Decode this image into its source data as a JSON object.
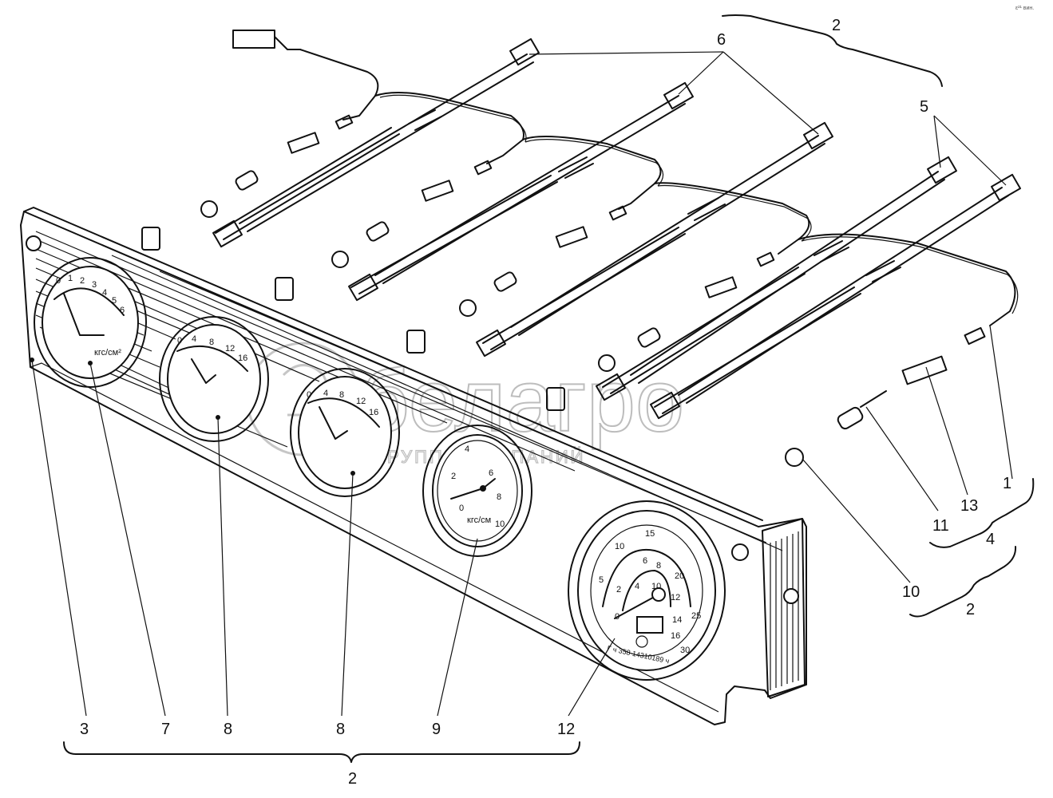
{
  "callouts": {
    "c3": "3",
    "c7": "7",
    "c8a": "8",
    "c8b": "8",
    "c9": "9",
    "c12": "12",
    "c2_bottom": "2",
    "c2_top": "2",
    "c6": "6",
    "c5": "5",
    "c1": "1",
    "c13": "13",
    "c11": "11",
    "c4": "4",
    "c10": "10",
    "c2_right": "2"
  },
  "gauges": {
    "oil_pressure": {
      "ticks": [
        "0",
        "1",
        "2",
        "3",
        "4",
        "5",
        "6"
      ],
      "unit": "кгс/см²"
    },
    "temp_1": {
      "ticks": [
        "0",
        "4",
        "8",
        "12",
        "16"
      ]
    },
    "temp_2": {
      "ticks": [
        "0",
        "4",
        "8",
        "12",
        "16"
      ]
    },
    "air_pressure": {
      "ticks": [
        "0",
        "2",
        "4",
        "6",
        "8",
        "10"
      ],
      "unit": "кгс/см"
    },
    "tachometer": {
      "outer_ticks": [
        "5",
        "10",
        "15",
        "20",
        "25",
        "30"
      ],
      "inner_ticks": [
        "0",
        "2",
        "4",
        "6",
        "8",
        "10",
        "12",
        "14",
        "16"
      ],
      "serial": "Г ч 358 14310189 ч"
    }
  },
  "watermark": {
    "brand": "белагро",
    "subtitle": "ГРУППА КОМПАНИЙ"
  },
  "corner_mark": "ε²¹ вин."
}
